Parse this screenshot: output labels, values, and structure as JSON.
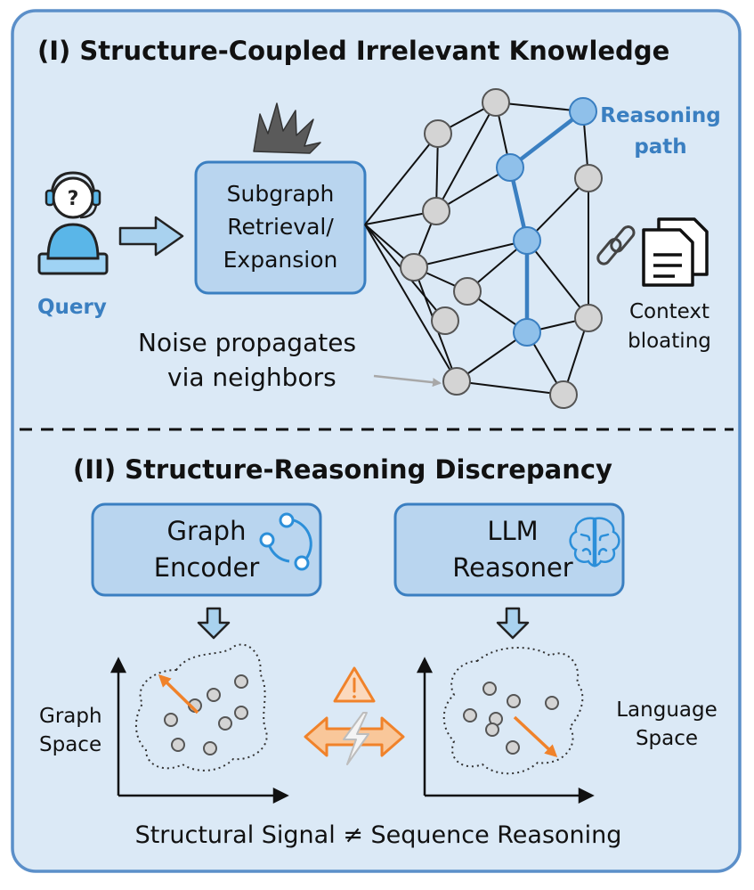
{
  "section1": {
    "title": "(I) Structure-Coupled Irrelevant Knowledge",
    "query_label": "Query",
    "retrieval_box": [
      "Subgraph",
      "Retrieval/",
      "Expansion"
    ],
    "reasoning_path_label": [
      "Reasoning",
      "path"
    ],
    "context_label": [
      "Context",
      "bloating"
    ],
    "noise_label": [
      "Noise propagates",
      "via neighbors"
    ]
  },
  "section2": {
    "title": "(II) Structure-Reasoning Discrepancy",
    "graph_encoder": [
      "Graph",
      "Encoder"
    ],
    "llm_reasoner": [
      "LLM",
      "Reasoner"
    ],
    "graph_space": [
      "Graph",
      "Space"
    ],
    "language_space": [
      "Language",
      "Space"
    ],
    "caption": "Structural Signal ≠ Sequence Reasoning"
  },
  "icons": {
    "query_person": "support-agent-icon",
    "burst": "explosion-burst-icon",
    "link": "chain-link-icon",
    "documents": "documents-icon",
    "graph": "graph-network-icon",
    "brain": "brain-icon",
    "warning": "warning-triangle-icon",
    "conflict": "lightning-bolt-icon"
  },
  "colors": {
    "panel_bg": "#dbe9f6",
    "panel_border": "#5b8fc9",
    "box_fill": "#b9d5ef",
    "box_border": "#3a7fc1",
    "accent_blue": "#3a7fc1",
    "node_gray": "#d4d4d4",
    "node_blue": "#8fc0ea",
    "orange": "#f0822a"
  }
}
